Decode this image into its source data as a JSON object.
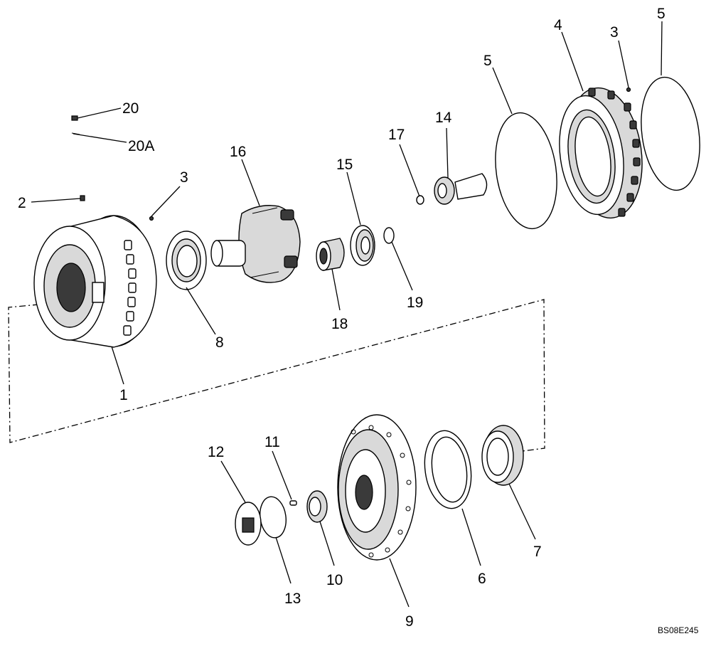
{
  "callouts": {
    "c1": "1",
    "c2": "2",
    "c3a": "3",
    "c3b": "3",
    "c4": "4",
    "c5a": "5",
    "c5b": "5",
    "c6": "6",
    "c7": "7",
    "c8": "8",
    "c9": "9",
    "c10": "10",
    "c11": "11",
    "c12": "12",
    "c13": "13",
    "c14": "14",
    "c15": "15",
    "c16": "16",
    "c17": "17",
    "c18": "18",
    "c19": "19",
    "c20": "20",
    "c20a": "20A"
  },
  "reference_code": "BS08E245"
}
